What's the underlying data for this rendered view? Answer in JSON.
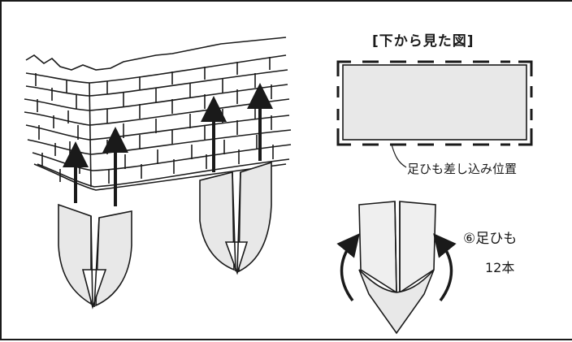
{
  "diagram": {
    "top_view_title": "[下から見た図]",
    "insert_position_label": "足ひも差し込み位置",
    "step_label": "⑥足ひも",
    "count_label": "12本"
  },
  "colors": {
    "line": "#1a1a1a",
    "fill_gray": "#e8e8e8",
    "fill_light": "#efefef",
    "background": "#ffffff"
  },
  "icons": {
    "up_arrow": "up-arrow-icon",
    "curved_arrow": "curved-arrow-icon"
  }
}
